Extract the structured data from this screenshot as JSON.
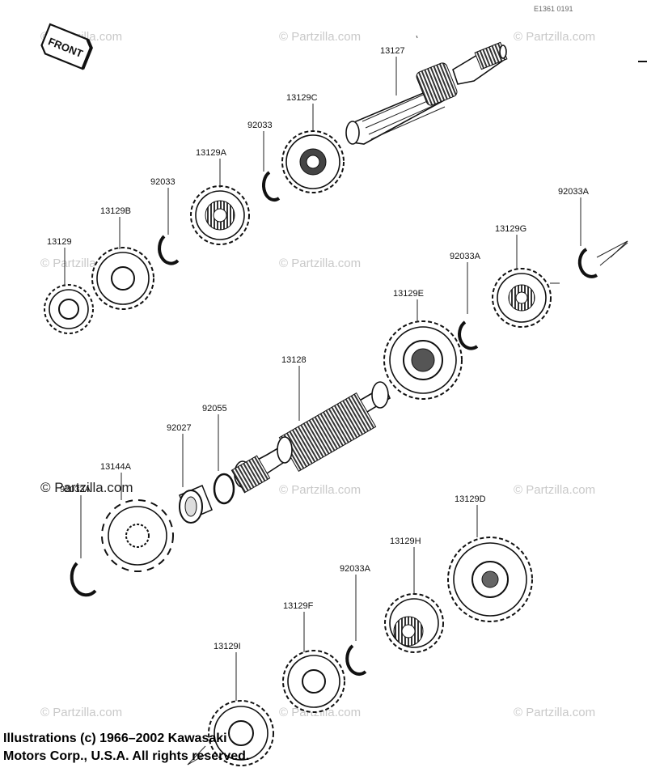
{
  "diagram_code": "E1361 0191",
  "front_label": "FRONT",
  "watermark": "© Partzilla.com",
  "watermark_strong": "© Partzilla.com",
  "copyright_line1": "Illustrations (c) 1966–2002 Kawasaki",
  "copyright_line2": "Motors Corp., U.S.A.  All rights reserved.",
  "labels": {
    "p13127": "13127",
    "p13129C": "13129C",
    "p92033_top": "92033",
    "p13129A": "13129A",
    "p92033_mid": "92033",
    "p13129B": "13129B",
    "p13129": "13129",
    "p92033A_r1": "92033A",
    "p13129G": "13129G",
    "p92033A_r2": "92033A",
    "p13129E": "13129E",
    "p13128": "13128",
    "p92055": "92055",
    "p92027": "92027",
    "p13144A": "13144A",
    "p92033A_l": "92033A",
    "p13129D": "13129D",
    "p13129H": "13129H",
    "p92033A_b": "92033A",
    "p13129F": "13129F",
    "p13129I": "13129I"
  }
}
